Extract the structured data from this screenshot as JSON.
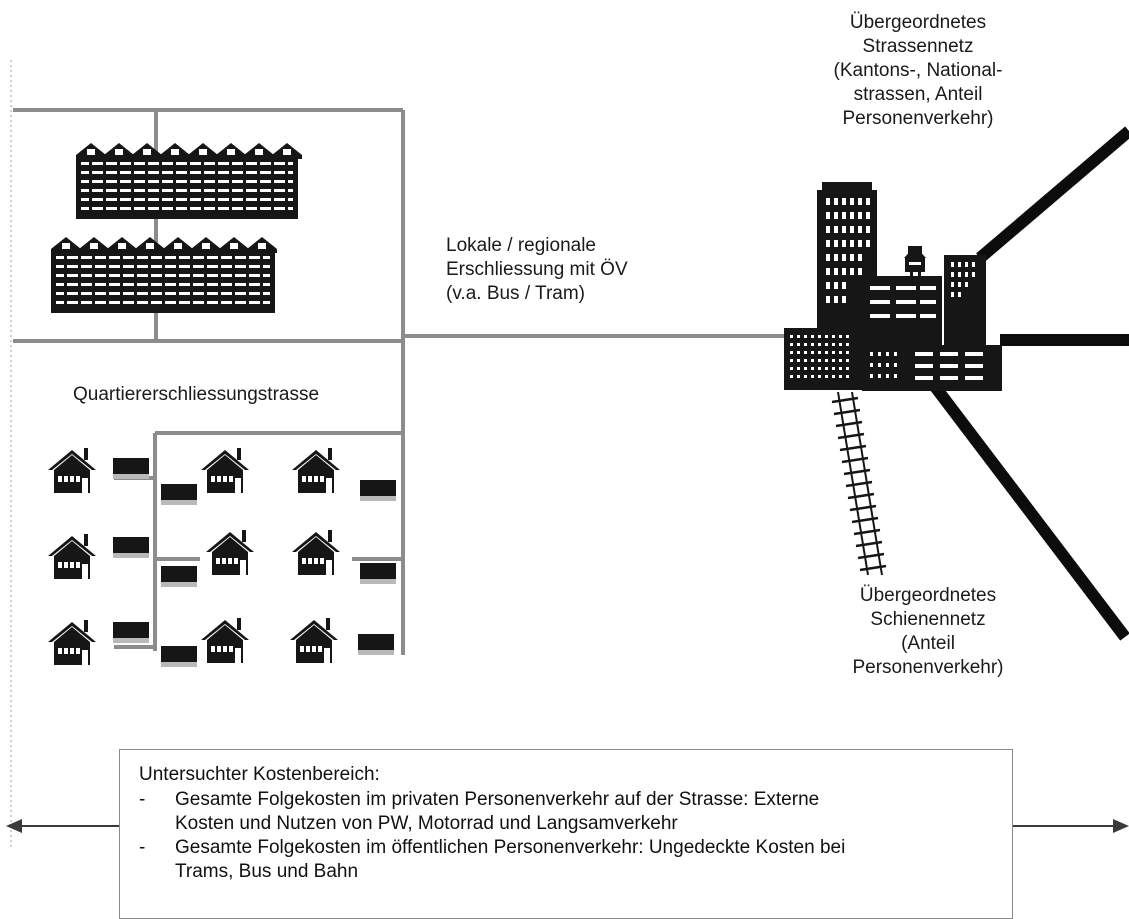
{
  "labels": {
    "upper_road": [
      "Übergeordnetes",
      "Strassennetz",
      "(Kantons-, National-",
      "strassen, Anteil",
      "Personenverkehr)"
    ],
    "local_transit": [
      "Lokale / regionale",
      "Erschliessung mit ÖV",
      "(v.a.  Bus / Tram)"
    ],
    "district_road": "Quartiererschliessungstrasse",
    "upper_rail": [
      "Übergeordnetes",
      "Schienennetz",
      "(Anteil",
      "Personenverkehr)"
    ]
  },
  "cost_box": {
    "heading": "Untersuchter Kostenbereich:",
    "items": [
      {
        "dash": "-",
        "lines": [
          "Gesamte Folgekosten im privaten Personenverkehr auf der Strasse: Externe",
          "Kosten und Nutzen von PW, Motorrad und Langsamverkehr"
        ]
      },
      {
        "dash": "-",
        "lines": [
          "Gesamte Folgekosten im öffentlichen Personenverkehr: Ungedeckte Kosten bei",
          "Trams, Bus und Bahn"
        ]
      }
    ]
  },
  "colors": {
    "road_grey": "#8c8c8c",
    "building_black": "#161616",
    "window_white": "#ffffff",
    "frame_grey": "#8a8a8a"
  },
  "icons": [
    "apartment-block-icon",
    "house-icon",
    "parked-car-icon",
    "city-skyline-icon",
    "railway-track-icon",
    "double-arrow-icon"
  ]
}
